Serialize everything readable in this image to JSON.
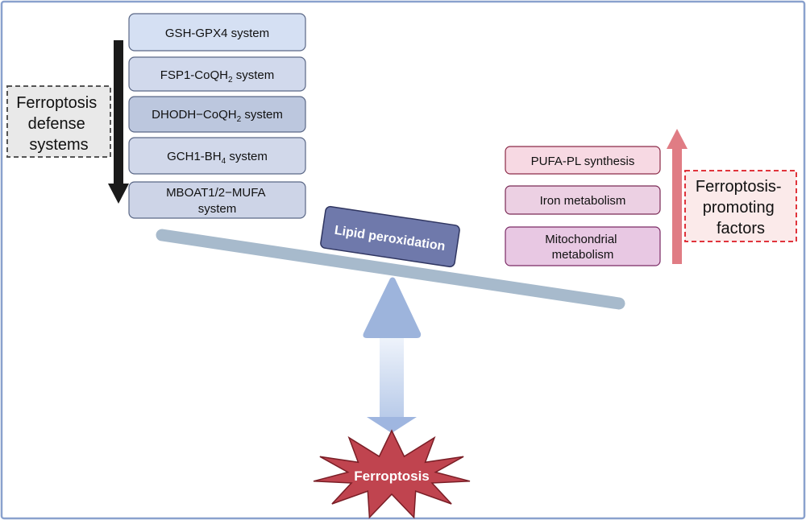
{
  "defense": {
    "title_lines": [
      "Ferroptosis",
      "defense",
      "systems"
    ],
    "systems": [
      {
        "text": "GSH-GPX4 system",
        "fill": "#d5e0f3"
      },
      {
        "text": "FSP1-CoQH",
        "sub": "2",
        "tail": " system",
        "fill": "#d1d9ec"
      },
      {
        "text": "DHODH−CoQH",
        "sub": "2",
        "tail": " system",
        "fill": "#bcc7de"
      },
      {
        "text": "GCH1-BH",
        "sub": "4",
        "tail": " system",
        "fill": "#d1d8ea"
      },
      {
        "lines": [
          "MBOAT1/2−MUFA",
          "system"
        ],
        "fill": "#cdd4e7"
      }
    ]
  },
  "promoting": {
    "title_lines": [
      "Ferroptosis-",
      "promoting",
      "factors"
    ],
    "factors": [
      {
        "lines": [
          "PUFA-PL synthesis"
        ],
        "fill": "#f7d9e3"
      },
      {
        "lines": [
          "Iron metabolism"
        ],
        "fill": "#ecd0e3"
      },
      {
        "lines": [
          "Mitochondrial",
          "metabolism"
        ],
        "fill": "#e8c8e3"
      }
    ]
  },
  "center_label": "Lipid peroxidation",
  "outcome_label": "Ferroptosis",
  "colors": {
    "frame": "#8aa1cd",
    "beam": "#a7bacc",
    "pivot": "#9db4dc",
    "lipid_box": "#6f79ab",
    "burst": "#c0444f",
    "up_arrow": "#e07c84",
    "down_arrow": "#1a1a1a"
  }
}
